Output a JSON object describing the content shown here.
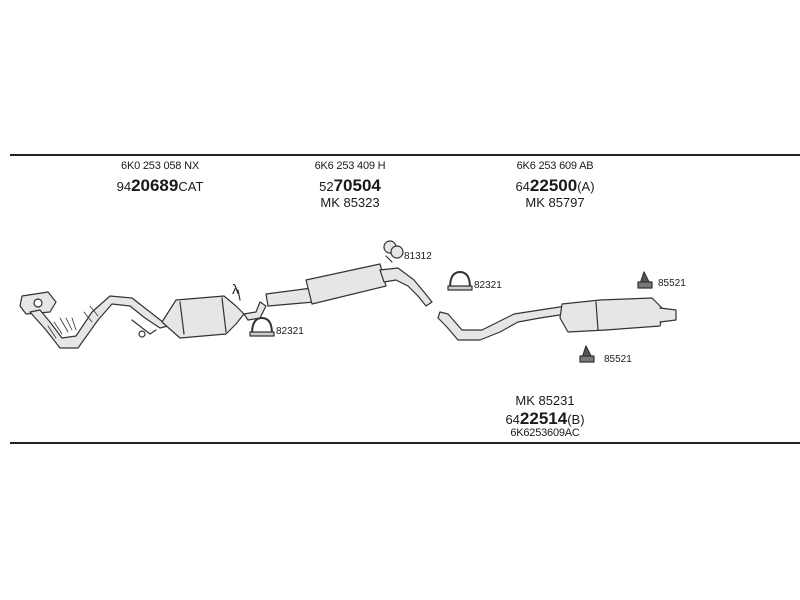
{
  "groups": [
    {
      "code": "6K0 253 058 NX",
      "pn_prefix": "94",
      "pn_main": "20689",
      "pn_suffix": "CAT",
      "mk": ""
    },
    {
      "code": "6K6 253 409 H",
      "pn_prefix": "52",
      "pn_main": "70504",
      "pn_suffix": "",
      "mk": "MK 85323"
    },
    {
      "code": "6K6 253 609 AB",
      "pn_prefix": "64",
      "pn_main": "22500",
      "pn_suffix": "(A)",
      "mk": "MK 85797"
    },
    {
      "code": "6K6253609AC",
      "pn_prefix": "64",
      "pn_main": "22514",
      "pn_suffix": "(B)",
      "mk": "MK 85231"
    }
  ],
  "parts": {
    "lambda": "λ",
    "clamp_1": "82321",
    "hanger_1": "81312",
    "clamp_2": "82321",
    "hanger_2": "85521",
    "hanger_3": "85521"
  },
  "colors": {
    "line": "#222222",
    "part_fill": "#e6e6e6",
    "part_stroke": "#333333"
  }
}
